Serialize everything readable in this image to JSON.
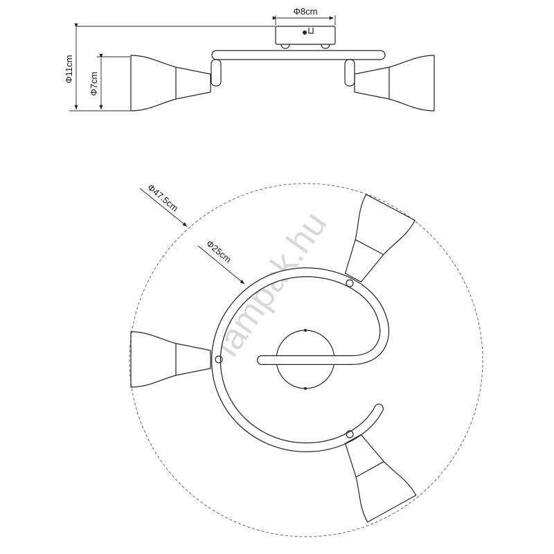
{
  "side_view": {
    "canopy_diameter": "Φ8cm",
    "total_height": "Φ11cm",
    "shade_diameter": "Φ7cm"
  },
  "top_view": {
    "outer_diameter": "Φ47.5cm",
    "arm_diameter": "Φ25cm"
  },
  "watermark": "lampak.hu"
}
